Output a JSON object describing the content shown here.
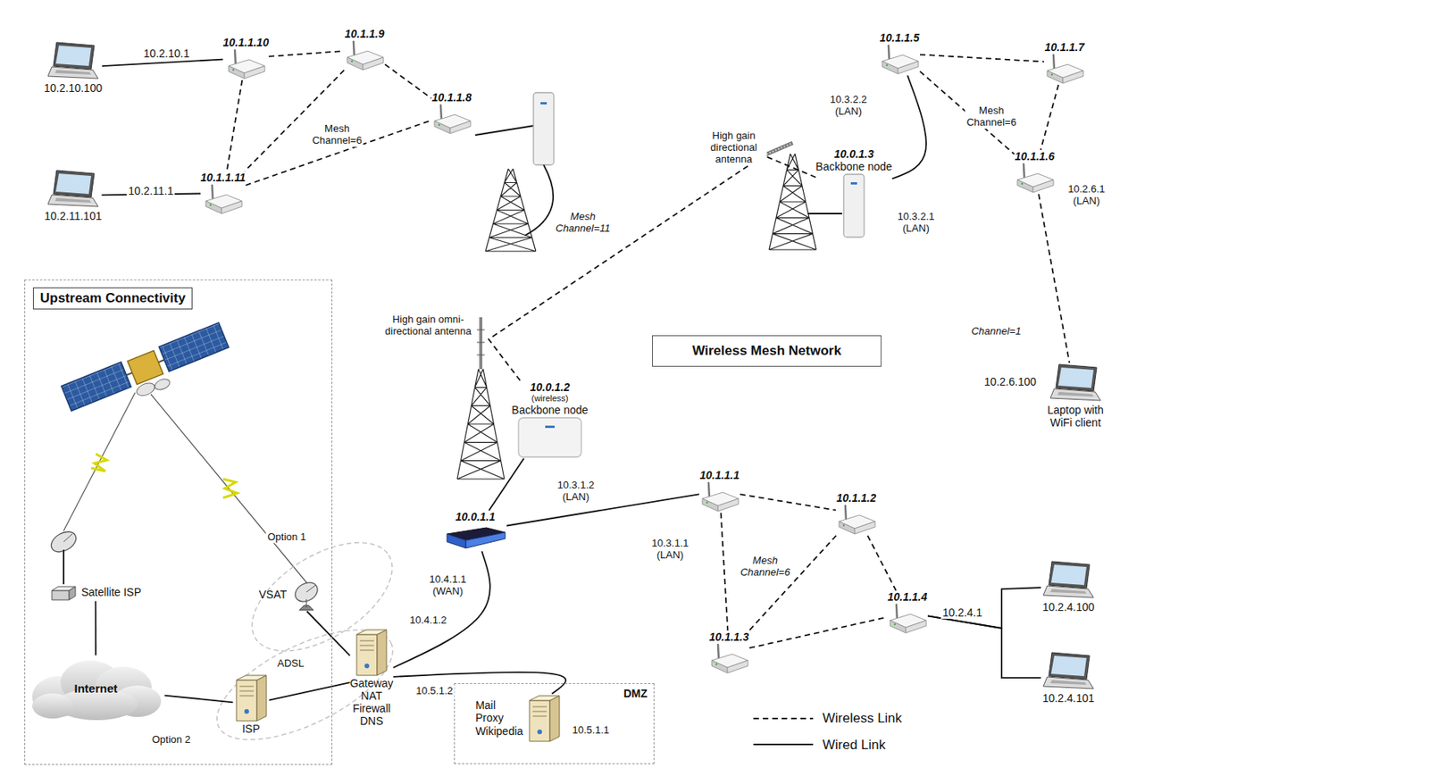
{
  "diagram": {
    "nodes": [
      {
        "text": [
          "Upstream Connectivity"
        ]
      },
      {
        "text": [
          "Satellite ISP"
        ],
        "in": 0
      },
      {
        "text": [
          "Internet"
        ],
        "in": 0
      },
      {
        "text": [
          "VSAT"
        ],
        "in": 0
      },
      {
        "text": [
          "ISP"
        ],
        "in": 0
      },
      {
        "text": [
          "Gateway NAT Firewall DNS"
        ]
      },
      {
        "text": [
          "DMZ"
        ]
      },
      {
        "text": [
          "Mail Proxy Wikipedia"
        ],
        "in": 6
      },
      {
        "text": [
          "10.0.1.1"
        ]
      },
      {
        "text": [
          "10.0.1.2",
          "(wireless)",
          "Backbone node"
        ]
      },
      {
        "text": [
          "10.0.1.3",
          "Backbone node"
        ]
      },
      {
        "text": [
          "Wireless Mesh Network"
        ]
      },
      {
        "text": [
          "10.1.1.10"
        ]
      },
      {
        "text": [
          "10.1.1.9"
        ]
      },
      {
        "text": [
          "10.1.1.8"
        ]
      },
      {
        "text": [
          "10.1.1.11"
        ]
      },
      {
        "text": [
          "10.1.1.5"
        ]
      },
      {
        "text": [
          "10.1.1.7"
        ]
      },
      {
        "text": [
          "10.1.1.6"
        ]
      },
      {
        "text": [
          "10.1.1.1"
        ]
      },
      {
        "text": [
          "10.1.1.2"
        ]
      },
      {
        "text": [
          "10.1.1.3"
        ]
      },
      {
        "text": [
          "10.1.1.4"
        ]
      },
      {
        "text": [
          "10.2.10.100"
        ]
      },
      {
        "text": [
          "10.2.11.101"
        ]
      },
      {
        "text": [
          "10.2.6.100",
          "Laptop with WiFi client"
        ]
      },
      {
        "text": [
          "10.2.4.100"
        ]
      },
      {
        "text": [
          "10.2.4.101"
        ]
      }
    ],
    "edges": [
      {
        "from": 12,
        "to": 13,
        "arrow": "none"
      },
      {
        "from": 13,
        "to": 14,
        "arrow": "none"
      },
      {
        "from": 12,
        "to": 15,
        "arrow": "none"
      },
      {
        "from": 13,
        "to": 15,
        "arrow": "none"
      },
      {
        "from": 15,
        "to": 14,
        "arrow": "none"
      },
      {
        "from": 23,
        "to": 12,
        "label": "10.2.10.1",
        "arrow": "none"
      },
      {
        "from": 24,
        "to": 15,
        "label": "10.2.11.1",
        "arrow": "none"
      },
      {
        "from": 16,
        "to": 17,
        "arrow": "none"
      },
      {
        "from": 16,
        "to": 18,
        "arrow": "none"
      },
      {
        "from": 17,
        "to": 18,
        "arrow": "none"
      },
      {
        "from": 18,
        "to": 25,
        "arrow": "none"
      },
      {
        "from": 10,
        "to": 16,
        "arrow": "none"
      },
      {
        "from": 9,
        "to": 8,
        "arrow": "none"
      },
      {
        "from": 8,
        "to": 19,
        "arrow": "none"
      },
      {
        "from": 5,
        "to": 8,
        "arrow": "none"
      },
      {
        "from": 5,
        "to": 7,
        "arrow": "none"
      },
      {
        "from": 5,
        "to": 3,
        "arrow": "none"
      },
      {
        "from": 5,
        "to": 4,
        "arrow": "none"
      },
      {
        "from": 4,
        "to": 2,
        "arrow": "none"
      },
      {
        "from": 2,
        "to": 1,
        "arrow": "none"
      },
      {
        "from": 19,
        "to": 20,
        "arrow": "none"
      },
      {
        "from": 19,
        "to": 21,
        "arrow": "none"
      },
      {
        "from": 20,
        "to": 21,
        "arrow": "none"
      },
      {
        "from": 20,
        "to": 22,
        "arrow": "none"
      },
      {
        "from": 21,
        "to": 22,
        "arrow": "none"
      },
      {
        "from": 22,
        "to": 26,
        "label": "10.2.4.1",
        "arrow": "none"
      },
      {
        "from": 22,
        "to": 27,
        "arrow": "none"
      },
      {
        "from": 10,
        "to": 9,
        "arrow": "none"
      }
    ],
    "labels": [
      "Mesh Channel=6",
      "Mesh Channel=11",
      "High gain directional antenna",
      "10.3.2.2 (LAN)",
      "Mesh Channel=6",
      "10.3.2.1 (LAN)",
      "10.2.6.1 (LAN)",
      "Channel=1",
      "High gain omni-directional antenna",
      "10.3.1.2 (LAN)",
      "10.3.1.1 (LAN)",
      "Mesh Channel=6",
      "10.4.1.1 (WAN)",
      "Option 1",
      "10.4.1.2",
      "ADSL",
      "10.5.1.2",
      "10.5.1.1",
      "Option 2"
    ],
    "legend": [
      {
        "text": "Wireless Link"
      },
      {
        "text": "Wired Link"
      }
    ]
  }
}
